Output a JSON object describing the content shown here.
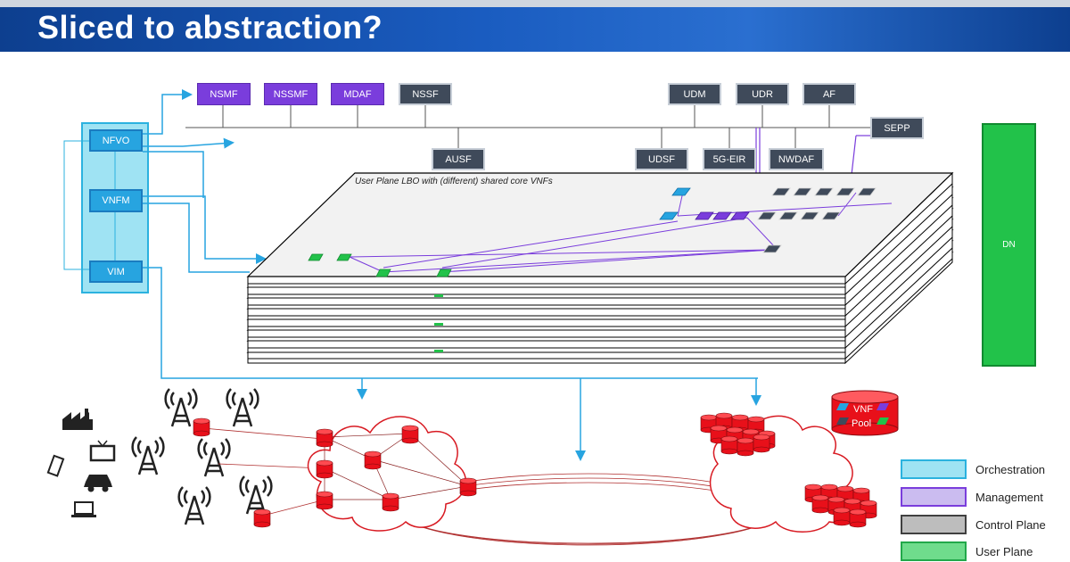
{
  "title": "Sliced to abstraction?",
  "orchestration": {
    "nfvo": "NFVO",
    "vnfm": "VNFM",
    "vim": "VIM"
  },
  "network_functions": {
    "nsmf": "NSMF",
    "nssmf": "NSSMF",
    "mdaf": "MDAF",
    "nssf": "NSSF",
    "udm": "UDM",
    "udr": "UDR",
    "af": "AF",
    "sepp": "SEPP",
    "ausf": "AUSF",
    "udsf": "UDSF",
    "eir": "5G-EIR",
    "nwdaf": "NWDAF"
  },
  "stack_label": "User Plane LBO with (different) shared core VNFs",
  "dn_label": "DN",
  "vnf_pool": {
    "line1": "VNF",
    "line2": "Pool"
  },
  "legend": [
    {
      "label": "Orchestration",
      "color": "#9fe3f3",
      "border": "#2bb2df"
    },
    {
      "label": "Management",
      "color": "#cbbcf0",
      "border": "#7a3ddc"
    },
    {
      "label": "Control Plane",
      "color": "#bdbdbd",
      "border": "#404040"
    },
    {
      "label": "User Plane",
      "color": "#6fdc8c",
      "border": "#22a84a"
    }
  ],
  "colors": {
    "orchestration_blue": "#27a4e0",
    "management_purple": "#7a3ddc",
    "control_grey": "#3f4a5a",
    "user_green": "#22c24a",
    "router_red": "#e8101a"
  }
}
